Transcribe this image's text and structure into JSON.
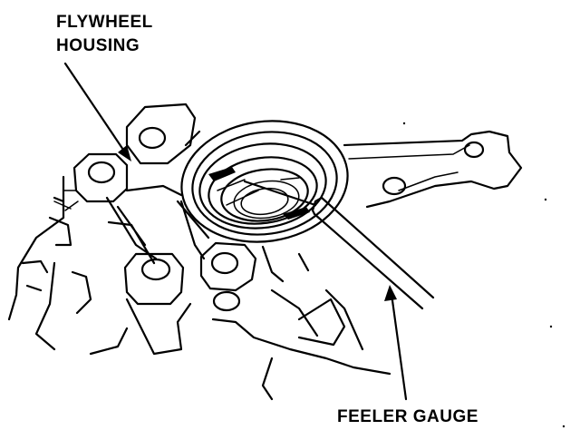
{
  "labels": {
    "flywheel_housing_line1": "FLYWHEEL",
    "flywheel_housing_line2": "HOUSING",
    "feeler_gauge": "FEELER GAUGE"
  },
  "colors": {
    "ink": "#000000",
    "paper": "#ffffff"
  }
}
